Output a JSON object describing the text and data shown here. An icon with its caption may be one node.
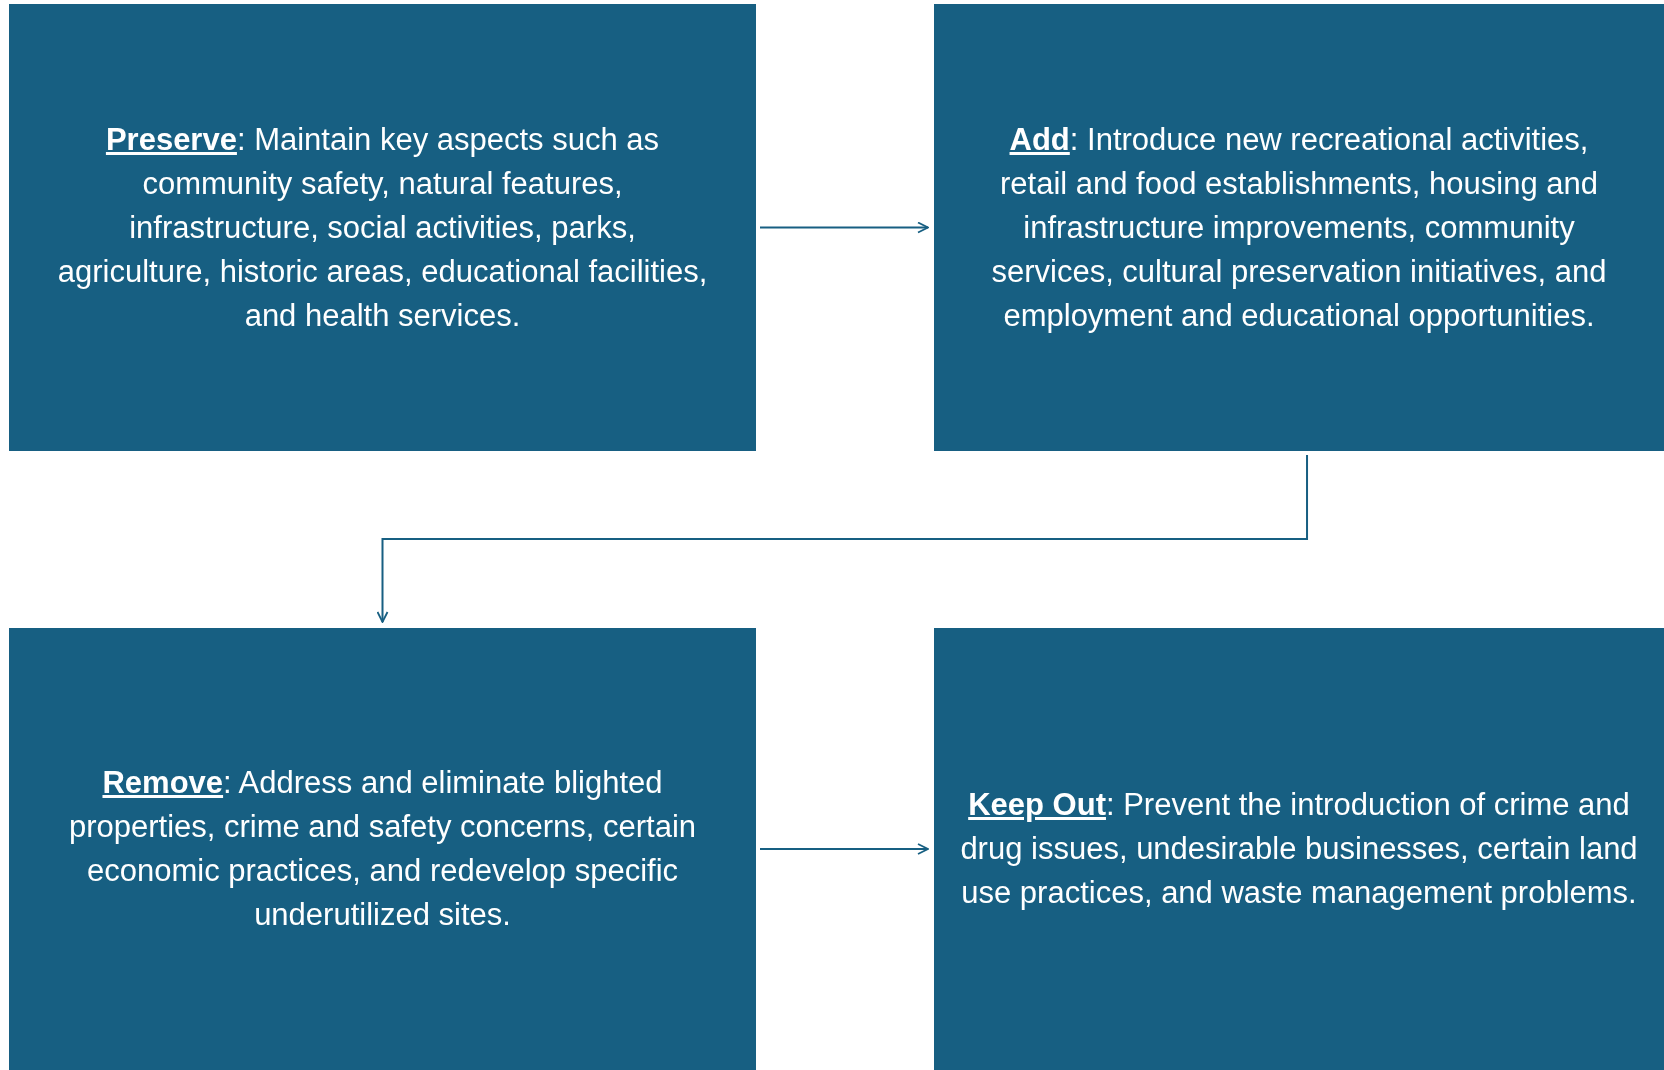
{
  "diagram": {
    "nodes": [
      {
        "text": [
          "**Preserve**: Maintain key aspects such as community safety, natural features, infrastructure, social activities, parks, agriculture, historic areas, educational facilities, and health services."
        ]
      },
      {
        "text": [
          "**Add**: Introduce new recreational activities, retail and food establishments, housing and infrastructure improvements, community services, cultural preservation initiatives, and employment and educational opportunities."
        ]
      },
      {
        "text": [
          "**Remove**: Address and eliminate blighted properties, crime and safety concerns, certain economic practices, and redevelop specific underutilized sites."
        ]
      },
      {
        "text": [
          "**Keep Out**: Prevent the introduction of crime and drug issues, undesirable businesses, certain land use practices, and waste management problems."
        ]
      }
    ],
    "edges": [
      {
        "from": 0,
        "to": 1,
        "arrow": "to"
      },
      {
        "from": 1,
        "to": 2,
        "arrow": "to"
      },
      {
        "from": 2,
        "to": 3,
        "arrow": "to"
      }
    ]
  }
}
